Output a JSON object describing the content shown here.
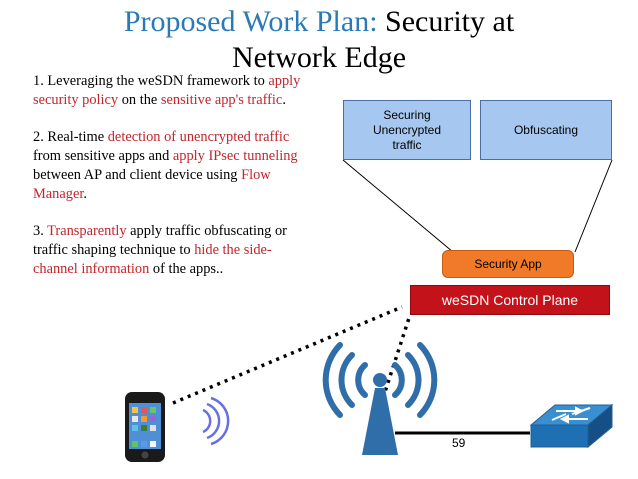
{
  "title": {
    "accent": "Proposed Work Plan:",
    "rest_line1": " Security at",
    "line2": "Network Edge"
  },
  "bullets": [
    {
      "segments": [
        {
          "text": "1. Leveraging the weSDN framework to ",
          "hl": false
        },
        {
          "text": "apply security policy",
          "hl": true
        },
        {
          "text": " on the ",
          "hl": false
        },
        {
          "text": "sensitive app's traffic",
          "hl": true
        },
        {
          "text": ".",
          "hl": false
        }
      ]
    },
    {
      "segments": [
        {
          "text": "2. Real-time ",
          "hl": false
        },
        {
          "text": "detection of unencrypted traffic",
          "hl": true
        },
        {
          "text": " from sensitive apps and ",
          "hl": false
        },
        {
          "text": "apply IPsec tunneling",
          "hl": true
        },
        {
          "text": " between AP and client device using ",
          "hl": false
        },
        {
          "text": "Flow Manager",
          "hl": true
        },
        {
          "text": ".",
          "hl": false
        }
      ]
    },
    {
      "segments": [
        {
          "text": "3. ",
          "hl": false
        },
        {
          "text": "Transparently",
          "hl": true
        },
        {
          "text": " apply traffic obfuscating  or traffic shaping technique to ",
          "hl": false
        },
        {
          "text": "hide the side-channel information",
          "hl": true
        },
        {
          "text": " of the apps..",
          "hl": false
        }
      ]
    }
  ],
  "diagram": {
    "securing_box": "Securing Unencrypted traffic",
    "obfuscating_box": "Obfuscating",
    "security_app": "Security App",
    "control_plane": "weSDN Control Plane"
  },
  "colors": {
    "title_accent": "#2a7ab8",
    "highlight": "#c0262c",
    "blue_box": "#a6c8f0",
    "security_app": "#f07a28",
    "control_plane": "#c4121a",
    "ap_icon": "#2f6ea8"
  },
  "icons": [
    "smartphone-icon",
    "wireless-signal-icon",
    "access-point-icon",
    "network-switch-icon"
  ],
  "page_number": "59"
}
